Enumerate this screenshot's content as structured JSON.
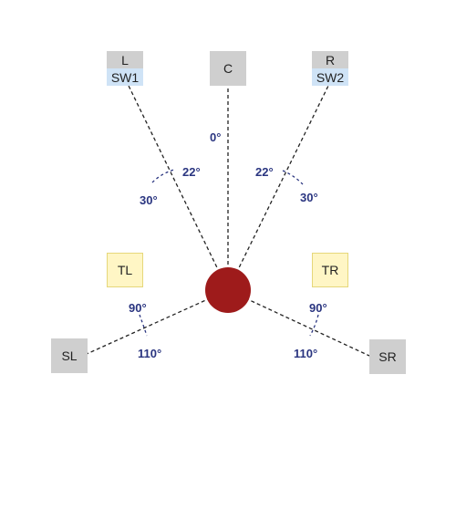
{
  "colors": {
    "listener": "#9e1b1b",
    "angle_text": "#2a3580",
    "speaker_gray": "#cfcfcf",
    "subwoofer_blue": "#cfe3f6",
    "height_yellow": "#fff6c5"
  },
  "speakers": {
    "left": {
      "label": "L",
      "sub_label": "SW1"
    },
    "center": {
      "label": "C"
    },
    "right": {
      "label": "R",
      "sub_label": "SW2"
    },
    "top_left": {
      "label": "TL"
    },
    "top_right": {
      "label": "TR"
    },
    "surround_left": {
      "label": "SL"
    },
    "surround_right": {
      "label": "SR"
    }
  },
  "angles": {
    "center": "0°",
    "left_inner": "22°",
    "left_outer": "30°",
    "right_inner": "22°",
    "right_outer": "30°",
    "sl_inner": "90°",
    "sl_outer": "110°",
    "sr_inner": "90°",
    "sr_outer": "110°"
  }
}
